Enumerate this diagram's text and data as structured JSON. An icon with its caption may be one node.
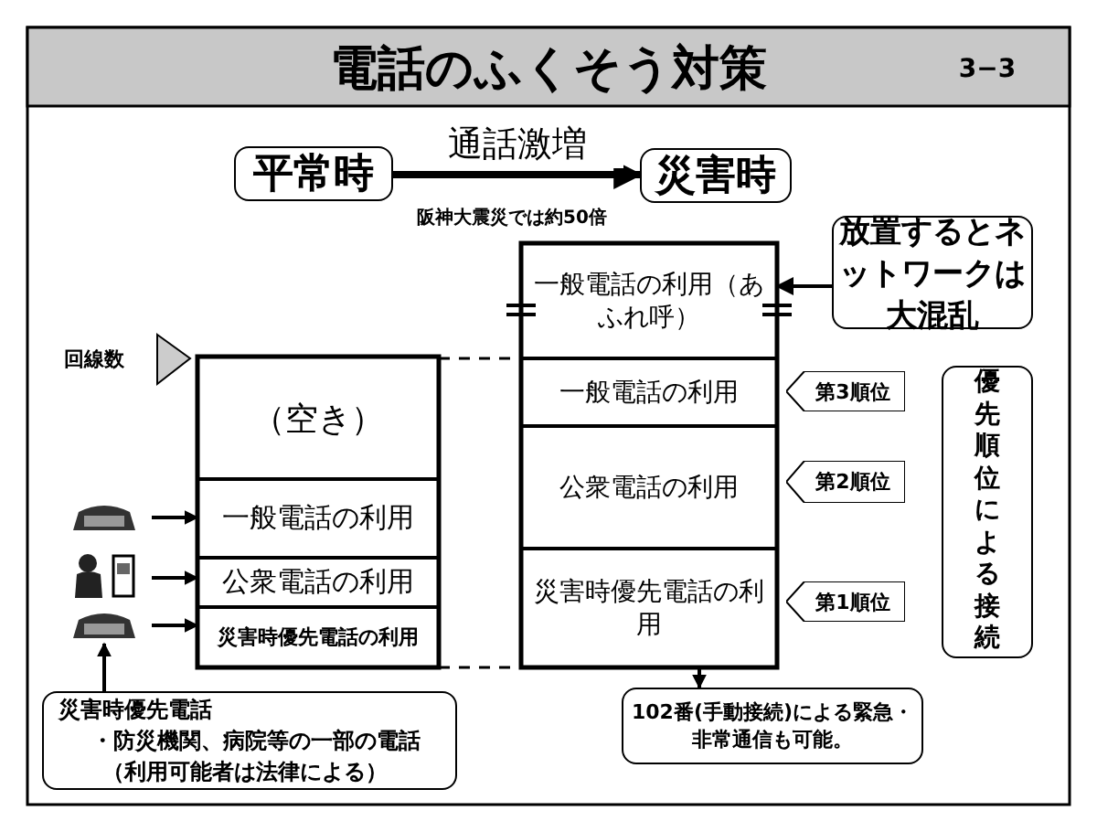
{
  "diagram": {
    "title": "電話のふくそう対策",
    "nodes": [
      {
        "text": [
          "平常時"
        ]
      },
      {
        "text": [
          "災害時"
        ]
      },
      {
        "text": [
          "一般電話の利用（あふれ呼）"
        ]
      },
      {
        "text": [
          "放置するとネットワークは大混乱"
        ]
      },
      {
        "text": [
          "（空き）"
        ]
      },
      {
        "text": [
          "一般電話の利用"
        ]
      },
      {
        "text": [
          "第3順位"
        ]
      },
      {
        "text": [
          "優先順位による接続"
        ]
      },
      {
        "text": [
          "一般電話の利用"
        ]
      },
      {
        "text": [
          "公衆電話の利用"
        ]
      },
      {
        "text": [
          "第2順位"
        ]
      },
      {
        "text": [],
        "shape": "picture"
      },
      {
        "text": [],
        "shape": "person"
      },
      {
        "text": [
          "公衆電話の利用"
        ]
      },
      {
        "text": [],
        "shape": "picture"
      },
      {
        "text": [
          "災害時優先電話の利用"
        ]
      },
      {
        "text": [
          "災害時優先電話の利用"
        ]
      },
      {
        "text": [
          "第1順位"
        ]
      },
      {
        "text": [
          "災害時優先電話",
          "・防災機関、病院等の一部の電話",
          "（利用可能者は法律による）"
        ]
      },
      {
        "text": [
          "102番(手動接続)による緊急・非常通信も可能。"
        ]
      }
    ],
    "edges": [
      {
        "from": 0,
        "to": 1,
        "arrow": "to",
        "label": "通話激増",
        "style": "thick"
      },
      {
        "from": 3,
        "to": 2,
        "arrow": "to"
      },
      {
        "from": 11,
        "to": 8,
        "arrow": "to"
      },
      {
        "from": 12,
        "to": 13,
        "arrow": "to"
      },
      {
        "from": 14,
        "to": 15,
        "arrow": "to"
      },
      {
        "from": 18,
        "to": 14,
        "arrow": "to"
      },
      {
        "from": 16,
        "to": 19,
        "arrow": "to"
      },
      {
        "from": 4,
        "to": 5,
        "arrow": "none",
        "style": "dashed"
      },
      {
        "from": 15,
        "to": 16,
        "arrow": "none",
        "style": "dashed"
      }
    ],
    "labels": [
      "3−3",
      "阪神大震災では約50倍",
      "回線数"
    ]
  }
}
